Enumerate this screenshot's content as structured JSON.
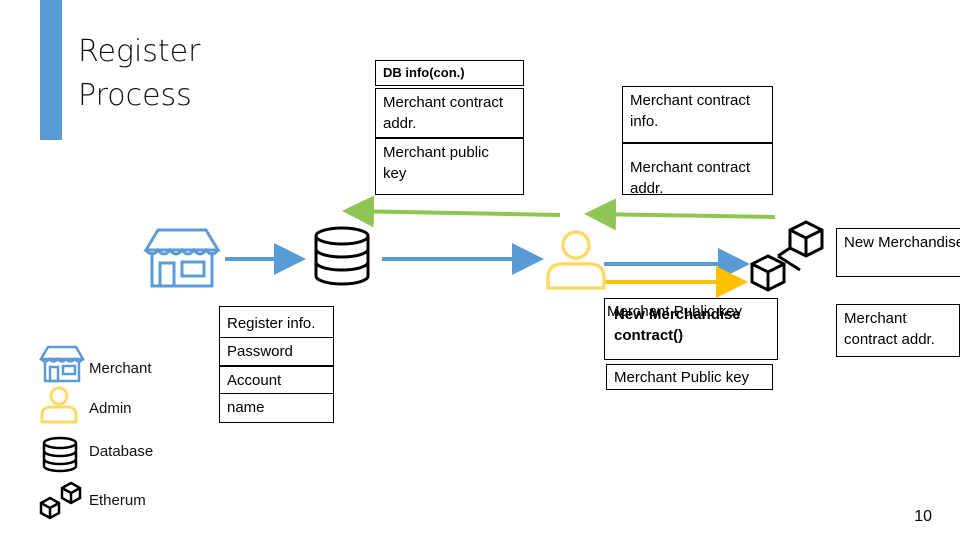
{
  "title": "Register Process",
  "title_line1": "Register",
  "title_line2": "Process",
  "db_info": {
    "header": "DB info(con.)",
    "row1": "Merchant contract addr.",
    "row2": "Merchant  public key"
  },
  "contract_info": {
    "row1": "Merchant contract info.",
    "row2": "Merchant contract addr."
  },
  "register_info": {
    "header": "Register info.",
    "row1": "Password",
    "row2": "Account",
    "row3": "name"
  },
  "middle_call": {
    "overlap_a": "Merchant Public key",
    "overlap_b": "New Merchandise contract()",
    "bottom": "Merchant Public key"
  },
  "right_labels": {
    "top": "New Merchandise contract()",
    "bottom": "Merchant contract addr."
  },
  "legend": [
    {
      "icon": "store-icon",
      "label": "Merchant"
    },
    {
      "icon": "user-icon",
      "label": "Admin"
    },
    {
      "icon": "database-icon",
      "label": "Database"
    },
    {
      "icon": "ethereum-icon",
      "label": "Etherum"
    }
  ],
  "colors": {
    "accent": "#5b9bd5",
    "blue_arrow": "#5b9bd5",
    "green_arrow": "#8fc552",
    "yellow_arrow": "#ffc000",
    "admin_yellow": "#ffd966"
  },
  "page_number": "10"
}
